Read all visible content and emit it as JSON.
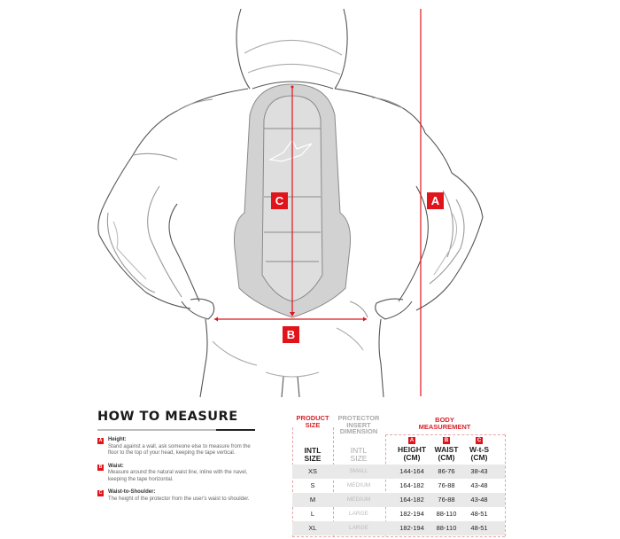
{
  "illustration": {
    "labels": {
      "a": "A",
      "b": "B",
      "c": "C"
    },
    "colors": {
      "accent": "#e1141b",
      "line": "#555555",
      "protector_fill": "#cfcfcf"
    }
  },
  "how_to_measure": {
    "title": "HOW TO MEASURE",
    "items": [
      {
        "badge": "A",
        "label": "Height:",
        "text": "Stand against a wall, ask someone else to measure from the floor to the top of your head, keeping the tape vertical."
      },
      {
        "badge": "B",
        "label": "Waist:",
        "text": "Measure around the natural waist line, inline with the navel, keeping the tape horizontal."
      },
      {
        "badge": "C",
        "label": "Waist-to-Shoulder:",
        "text": "The height of the protector from the user's waist to shoulder."
      }
    ]
  },
  "size_table": {
    "group_headers": {
      "product": [
        "PRODUCT",
        "SIZE"
      ],
      "protector": [
        "PROTECTOR",
        "INSERT",
        "DIMENSION"
      ],
      "body": [
        "BODY",
        "MEASUREMENT"
      ]
    },
    "columns": [
      {
        "badge": "",
        "line1": "INTL",
        "line2": "SIZE"
      },
      {
        "badge": "",
        "line1": "INTL",
        "line2": "SIZE"
      },
      {
        "badge": "A",
        "line1": "HEIGHT",
        "line2": "(CM)"
      },
      {
        "badge": "B",
        "line1": "WAIST",
        "line2": "(CM)"
      },
      {
        "badge": "C",
        "line1": "W-t-S",
        "line2": "(CM)"
      }
    ],
    "rows": [
      [
        "XS",
        "SMALL",
        "144-164",
        "86-76",
        "38-43"
      ],
      [
        "S",
        "MEDIUM",
        "164-182",
        "76-88",
        "43-48"
      ],
      [
        "M",
        "MEDIUM",
        "164-182",
        "76-88",
        "43-48"
      ],
      [
        "L",
        "LARGE",
        "182-194",
        "88-110",
        "48-51"
      ],
      [
        "XL",
        "LARGE",
        "182-194",
        "88-110",
        "48-51"
      ]
    ]
  }
}
